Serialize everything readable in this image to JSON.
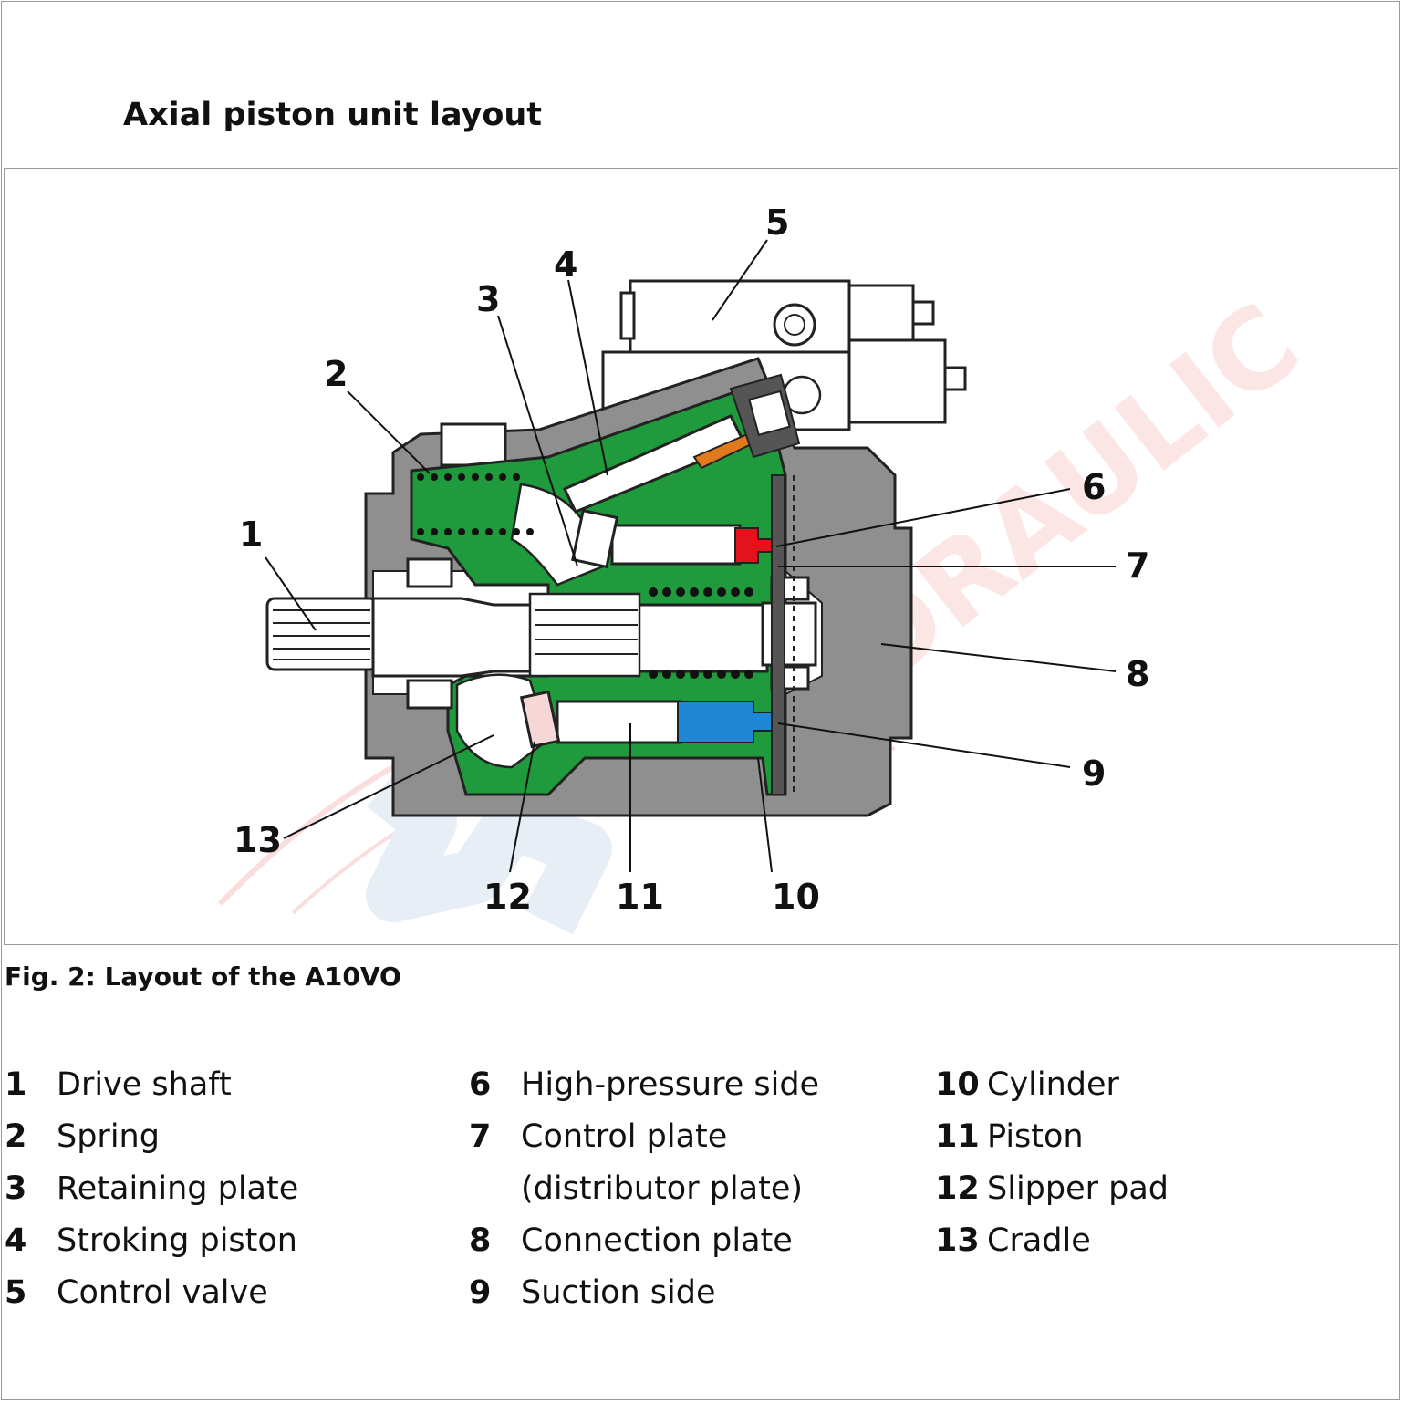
{
  "heading": "Axial piston unit layout",
  "caption": "Fig. 2: Layout of the A10VO",
  "watermark": "HYDRAULIC",
  "colors": {
    "housing_gray": "#8f8f8f",
    "cradle_green": "#1f9a3c",
    "high_pressure_red": "#e3121d",
    "suction_blue": "#1e88d4",
    "stroking_orange": "#e07a1c"
  },
  "callouts": [
    "1",
    "2",
    "3",
    "4",
    "5",
    "6",
    "7",
    "8",
    "9",
    "10",
    "11",
    "12",
    "13"
  ],
  "legend": {
    "col1": [
      {
        "num": "1",
        "label": "Drive shaft"
      },
      {
        "num": "2",
        "label": "Spring"
      },
      {
        "num": "3",
        "label": "Retaining plate"
      },
      {
        "num": "4",
        "label": "Stroking piston"
      },
      {
        "num": "5",
        "label": "Control valve"
      }
    ],
    "col2": [
      {
        "num": "6",
        "label": "High-pressure side"
      },
      {
        "num": "7",
        "label": "Control plate"
      },
      {
        "num": "",
        "label": "(distributor plate)"
      },
      {
        "num": "8",
        "label": "Connection plate"
      },
      {
        "num": "9",
        "label": "Suction side"
      }
    ],
    "col3": [
      {
        "num": "10",
        "label": "Cylinder"
      },
      {
        "num": "11",
        "label": "Piston"
      },
      {
        "num": "12",
        "label": "Slipper pad"
      },
      {
        "num": "13",
        "label": "Cradle"
      }
    ]
  }
}
